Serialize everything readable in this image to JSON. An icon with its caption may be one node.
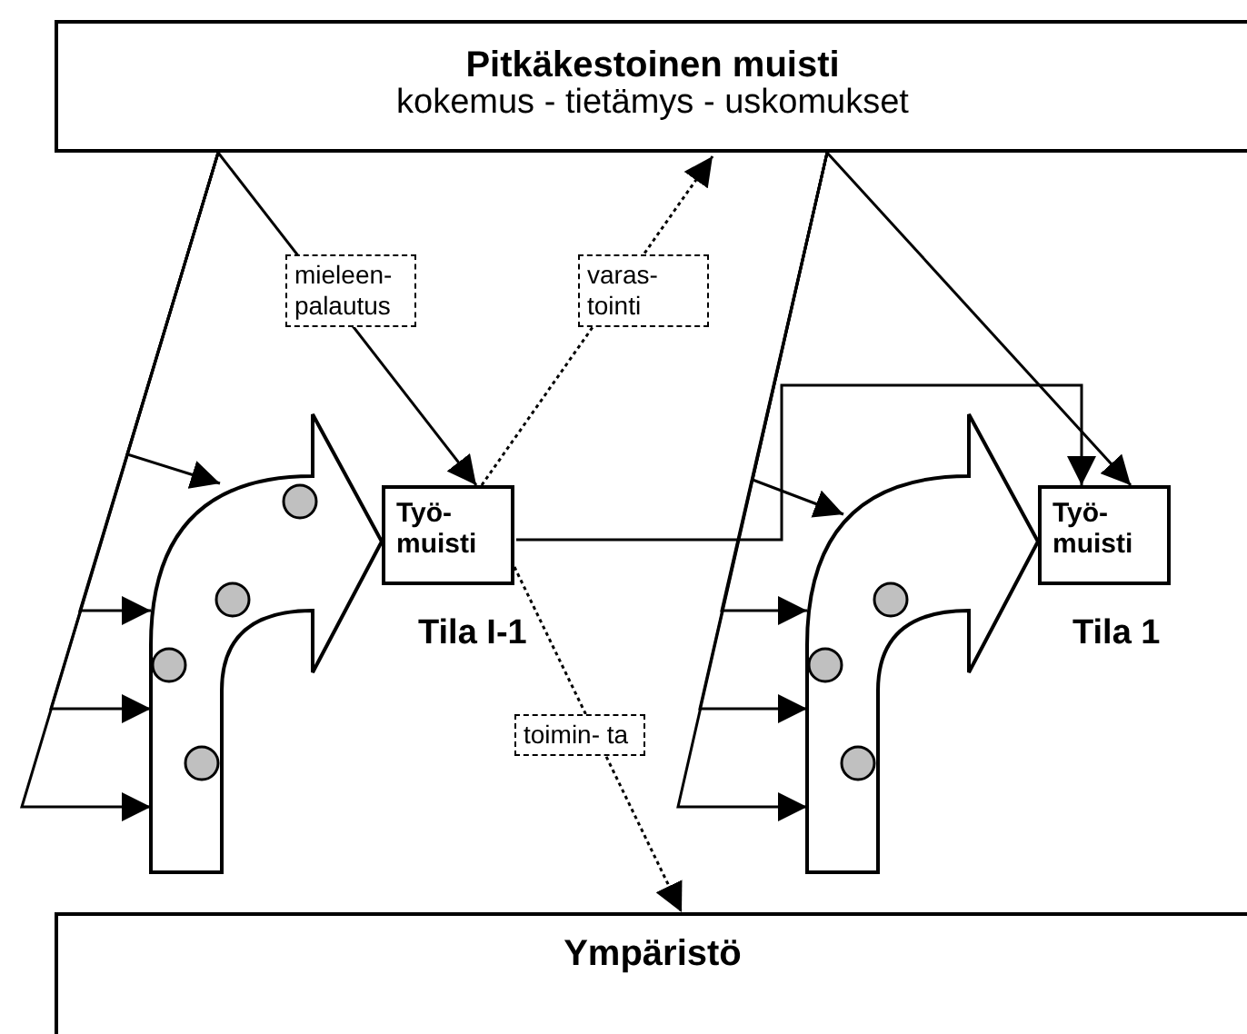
{
  "diagram": {
    "nodes": [
      {
        "text": [
          "Pitkäkestoinen muisti",
          "kokemus - tietämys - uskomukset"
        ]
      },
      {
        "text": [],
        "shape": "arrow"
      },
      {
        "text": [
          "Työ- muisti"
        ],
        "beside": [
          "Tila I-1"
        ]
      },
      {
        "text": [],
        "shape": "arrow"
      },
      {
        "text": [
          "Työ- muisti"
        ],
        "beside": [
          "Tila 1"
        ]
      },
      {
        "text": [
          "Ympäristö"
        ]
      }
    ],
    "edges": [
      {
        "from": 0,
        "to": 2,
        "arrow": "to",
        "label": "mieleen- palautus"
      },
      {
        "from": 2,
        "to": 0,
        "arrow": "to",
        "label": "varas- tointi",
        "style": "dashed"
      },
      {
        "from": 2,
        "to": 5,
        "arrow": "to",
        "label": "toimin- ta",
        "style": "dashed"
      },
      {
        "from": 2,
        "to": 4,
        "arrow": "to"
      },
      {
        "from": 0,
        "to": 4,
        "arrow": "to"
      },
      {
        "from": 0,
        "to": 1,
        "arrow": "to"
      },
      {
        "from": 0,
        "to": 1,
        "arrow": "to"
      },
      {
        "from": 0,
        "to": 1,
        "arrow": "to"
      },
      {
        "from": 0,
        "to": 1,
        "arrow": "to"
      },
      {
        "from": 0,
        "to": 3,
        "arrow": "to"
      },
      {
        "from": 0,
        "to": 3,
        "arrow": "to"
      },
      {
        "from": 0,
        "to": 3,
        "arrow": "to"
      },
      {
        "from": 0,
        "to": 3,
        "arrow": "to"
      }
    ]
  }
}
